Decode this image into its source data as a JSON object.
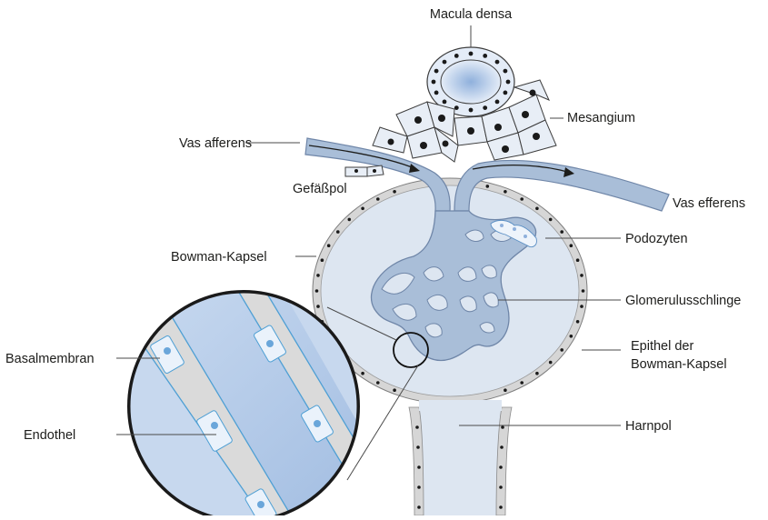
{
  "labels": {
    "macula_densa": "Macula densa",
    "mesangium": "Mesangium",
    "vas_afferens": "Vas afferens",
    "gefaesspol": "Gefäßpol",
    "vas_efferens": "Vas efferens",
    "podozyten": "Podozyten",
    "bowman_kapsel": "Bowman-Kapsel",
    "glomerulusschlinge": "Glomerulusschlinge",
    "basalmembran": "Basalmembran",
    "epithel_line1": "Epithel der",
    "epithel_line2": "Bowman-Kapsel",
    "endothel": "Endothel",
    "harnpol": "Harnpol"
  },
  "colors": {
    "capsule_fill": "#dde6f1",
    "capsule_wall": "#d6d6d6",
    "vessel_fill": "#a9bed8",
    "vessel_stroke": "#6f86a8",
    "nucleus": "#1a1a1a",
    "membrane_line": "#4e9fd4",
    "lumen_blue": "#a8c3e4",
    "endo_cell": "#eaf2fb"
  }
}
